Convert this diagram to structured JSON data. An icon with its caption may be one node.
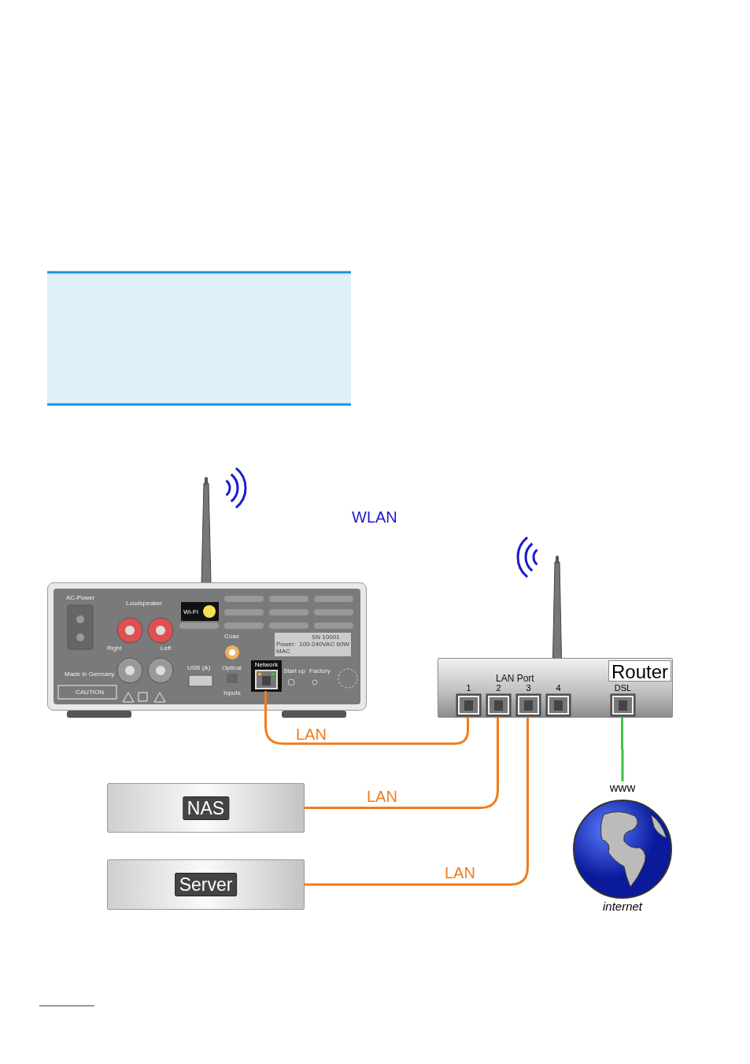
{
  "diagram": {
    "nodes": [
      {
        "text": [],
        "shape": "picture"
      },
      {
        "text": [
          "Network"
        ],
        "in": 0
      },
      {
        "text": [
          "Router"
        ]
      },
      {
        "text": [
          "1"
        ],
        "in": 2
      },
      {
        "text": [
          "2"
        ],
        "in": 2
      },
      {
        "text": [
          "3"
        ],
        "in": 2
      },
      {
        "text": [
          "4"
        ],
        "in": 2
      },
      {
        "text": [
          "DSL"
        ],
        "in": 2
      },
      {
        "text": [
          "NAS"
        ]
      },
      {
        "text": [
          "Server"
        ]
      },
      {
        "text": [
          "www",
          "internet"
        ]
      }
    ],
    "edges": [
      {
        "from": 1,
        "to": 3,
        "arrow": "none",
        "label": "LAN"
      },
      {
        "from": 8,
        "to": 4,
        "arrow": "none",
        "label": "LAN"
      },
      {
        "from": 9,
        "to": 5,
        "arrow": "none",
        "label": "LAN"
      },
      {
        "from": 7,
        "to": 10,
        "arrow": "none",
        "color": "#3cc43c"
      }
    ],
    "labels": [
      "WLAN",
      "LAN Port",
      "AC-Power",
      "Loudspeaker",
      "Wi-Fi",
      "Right",
      "Left",
      "Made in Germany",
      "CAUTION",
      "Coax",
      "USB (A)",
      "Optical",
      "Inputs",
      "Start up",
      "Factory",
      "SN 10001",
      "Power:",
      "100-240VAC 60W",
      "MAC"
    ]
  }
}
